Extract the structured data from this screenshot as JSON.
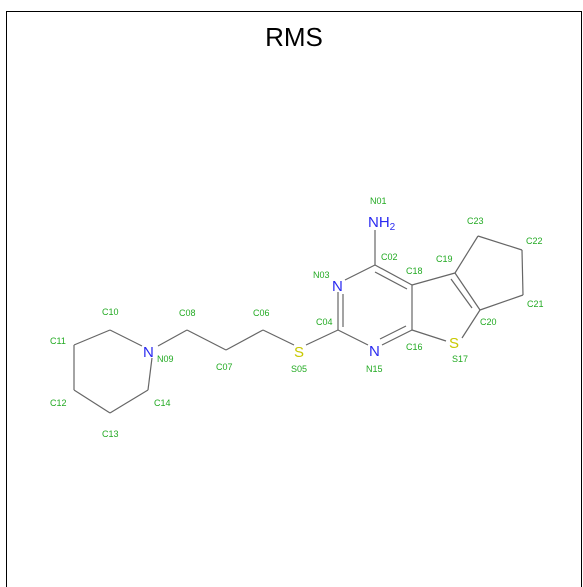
{
  "title": "RMS",
  "colors": {
    "carbon_label": "#22aa22",
    "nitrogen": "#2a2af0",
    "sulfur": "#c8c800",
    "bond": "#666666"
  },
  "atoms": {
    "N01": "N01",
    "C02": "C02",
    "N03": "N03",
    "C04": "C04",
    "S05": "S05",
    "C06": "C06",
    "C07": "C07",
    "C08": "C08",
    "N09": "N09",
    "C10": "C10",
    "C11": "C11",
    "C12": "C12",
    "C13": "C13",
    "C14": "C14",
    "N15": "N15",
    "C16": "C16",
    "S17": "S17",
    "C18": "C18",
    "C19": "C19",
    "C20": "C20",
    "C21": "C21",
    "C22": "C22",
    "C23": "C23"
  },
  "element_symbols": {
    "amine": "NH",
    "amine_subscript": "2",
    "n03": "N",
    "n15": "N",
    "n09": "N",
    "s05": "S",
    "s17": "S"
  }
}
